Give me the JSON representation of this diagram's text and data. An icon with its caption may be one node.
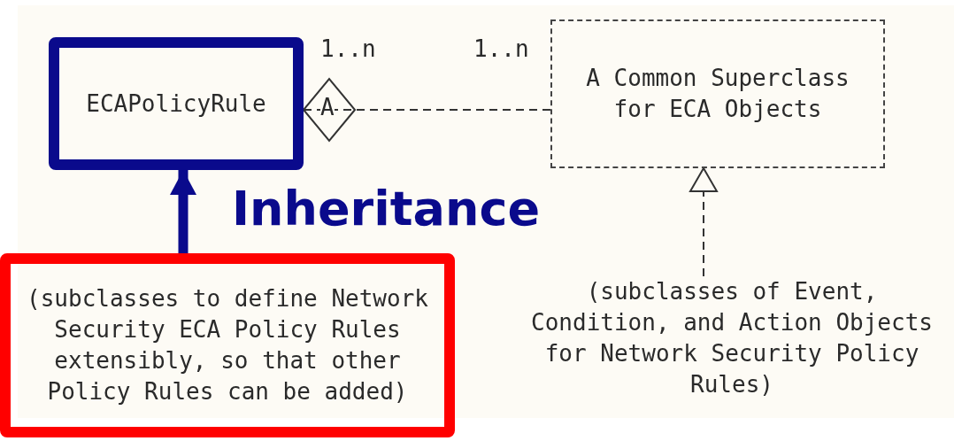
{
  "diagram": {
    "nodes": [
      {
        "text": [
          "ECAPolicyRule"
        ]
      },
      {
        "text": [
          "A Common Superclass for ECA Objects"
        ]
      },
      {
        "text": [
          "(subclasses to define Network Security ECA Policy Rules extensibly, so that other Policy Rules can be added)"
        ]
      },
      {
        "text": [
          "(subclasses of Event, Condition, and Action Objects for Network Security Policy Rules)"
        ]
      }
    ],
    "edges": [
      {
        "from": 0,
        "to": 1,
        "arrow": "other",
        "label": "A",
        "style": "dashed"
      },
      {
        "from": 2,
        "to": 0,
        "arrow": "to",
        "label": "Inheritance",
        "style": "thick",
        "color": "#0a0a8c"
      },
      {
        "from": 3,
        "to": 1,
        "arrow": "to",
        "style": "dashed"
      }
    ],
    "labels": [
      "1..n",
      "1..n"
    ]
  }
}
